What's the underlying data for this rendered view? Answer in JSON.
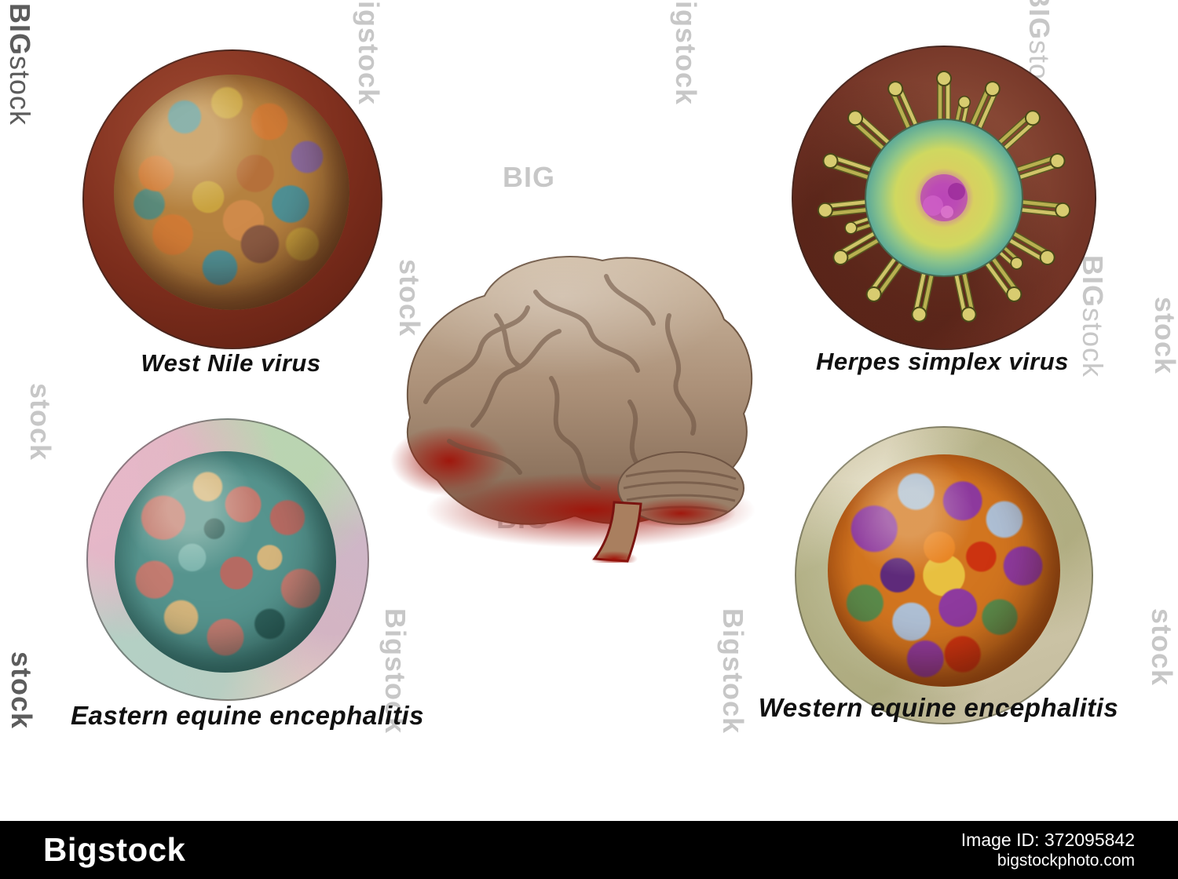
{
  "watermark": {
    "brand": "Bigstock",
    "big": "BIG",
    "stock": "stock"
  },
  "labels": {
    "west_nile": "West Nile virus",
    "herpes": "Herpes simplex virus",
    "eastern": "Eastern equine encephalitis",
    "western": "Western equine encephalitis"
  },
  "footer": {
    "brand": "Bigstock",
    "image_id": "Image ID: 372095842",
    "website": "bigstockphoto.com"
  },
  "colors": {
    "background": "#ffffff",
    "footer_bg": "#000000",
    "label_text": "#101010",
    "west_nile_bg": "#7c2d1c",
    "herpes_bg": "#6b2c1e",
    "eee_sphere": "#56948e",
    "wee_sphere": "#d2751f"
  }
}
